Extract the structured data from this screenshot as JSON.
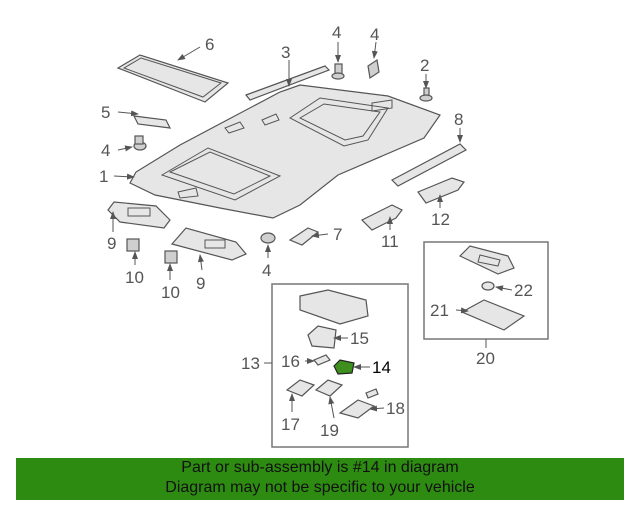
{
  "callouts": {
    "c1": "1",
    "c2": "2",
    "c3": "3",
    "c4a": "4",
    "c4b": "4",
    "c4c": "4",
    "c4d": "4",
    "c5": "5",
    "c6": "6",
    "c7": "7",
    "c8": "8",
    "c9a": "9",
    "c9b": "9",
    "c10a": "10",
    "c10b": "10",
    "c11": "11",
    "c12": "12",
    "c13": "13",
    "c14": "14",
    "c15": "15",
    "c16": "16",
    "c17": "17",
    "c18": "18",
    "c19": "19",
    "c20": "20",
    "c21": "21",
    "c22": "22"
  },
  "highlighted_part": "14",
  "colors": {
    "highlight": "#3f8f1e",
    "banner": "#2e8b12"
  },
  "banner": {
    "line1": "Part or sub-assembly is #14 in diagram",
    "line2": "Diagram may not be specific to your vehicle"
  }
}
